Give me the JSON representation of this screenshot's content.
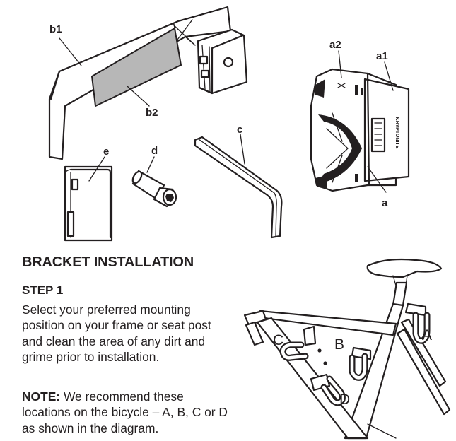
{
  "labels": {
    "b1": "b1",
    "b2": "b2",
    "a1": "a1",
    "a2": "a2",
    "a": "a",
    "c": "c",
    "d": "d",
    "e": "e"
  },
  "lock_brand": "KRYPTONITE",
  "instructions": {
    "heading": "BRACKET INSTALLATION",
    "step": "STEP 1",
    "body": "Select your preferred mounting position on your frame or seat post and clean the area of any dirt and grime prior to installation.",
    "note_label": "NOTE:",
    "note_text": " We recommend these locations on the bicycle – A, B, C or D as shown in the diagram."
  },
  "diagram_labels": {
    "A": "A",
    "B": "B",
    "C": "C",
    "D": "D"
  }
}
